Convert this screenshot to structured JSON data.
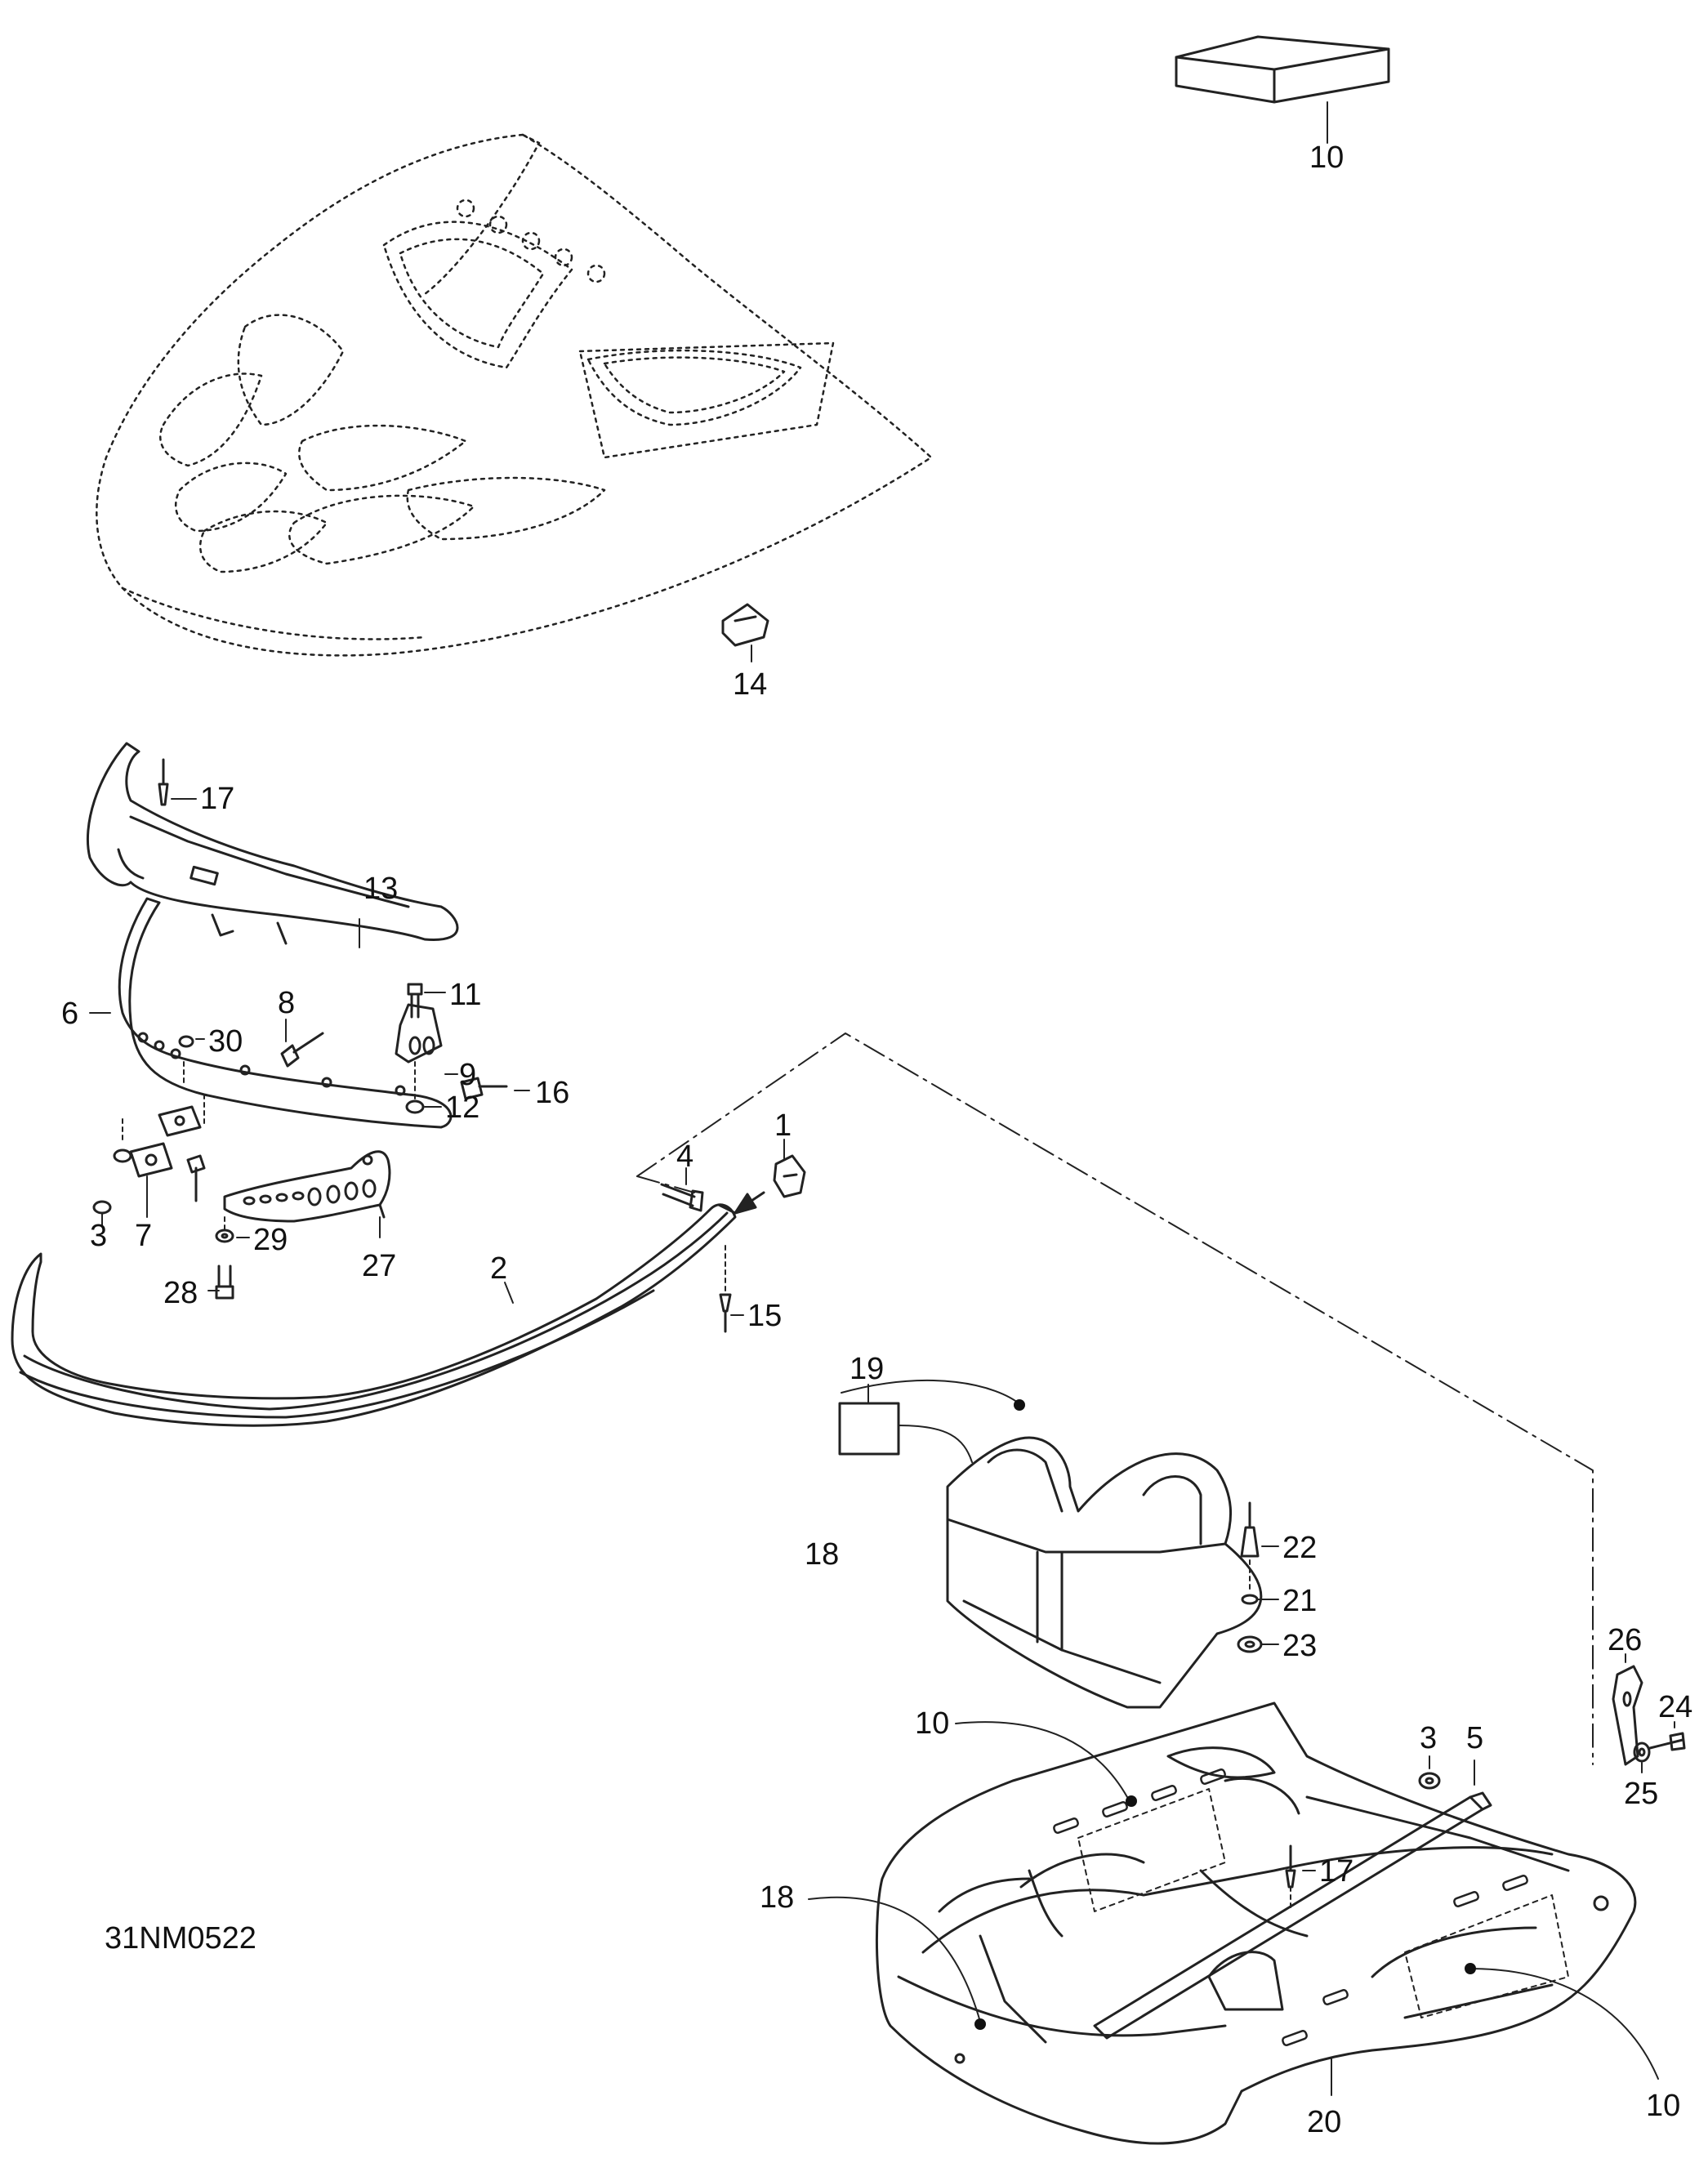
{
  "diagram": {
    "drawing_code": "31NM0522",
    "callouts": [
      "10",
      "14",
      "17",
      "13",
      "11",
      "6",
      "30",
      "8",
      "9",
      "16",
      "12",
      "3",
      "7",
      "4",
      "1",
      "29",
      "27",
      "28",
      "2",
      "15",
      "19",
      "18",
      "22",
      "21",
      "23",
      "10",
      "26",
      "24",
      "3",
      "5",
      "17",
      "25",
      "18",
      "20",
      "10"
    ]
  }
}
